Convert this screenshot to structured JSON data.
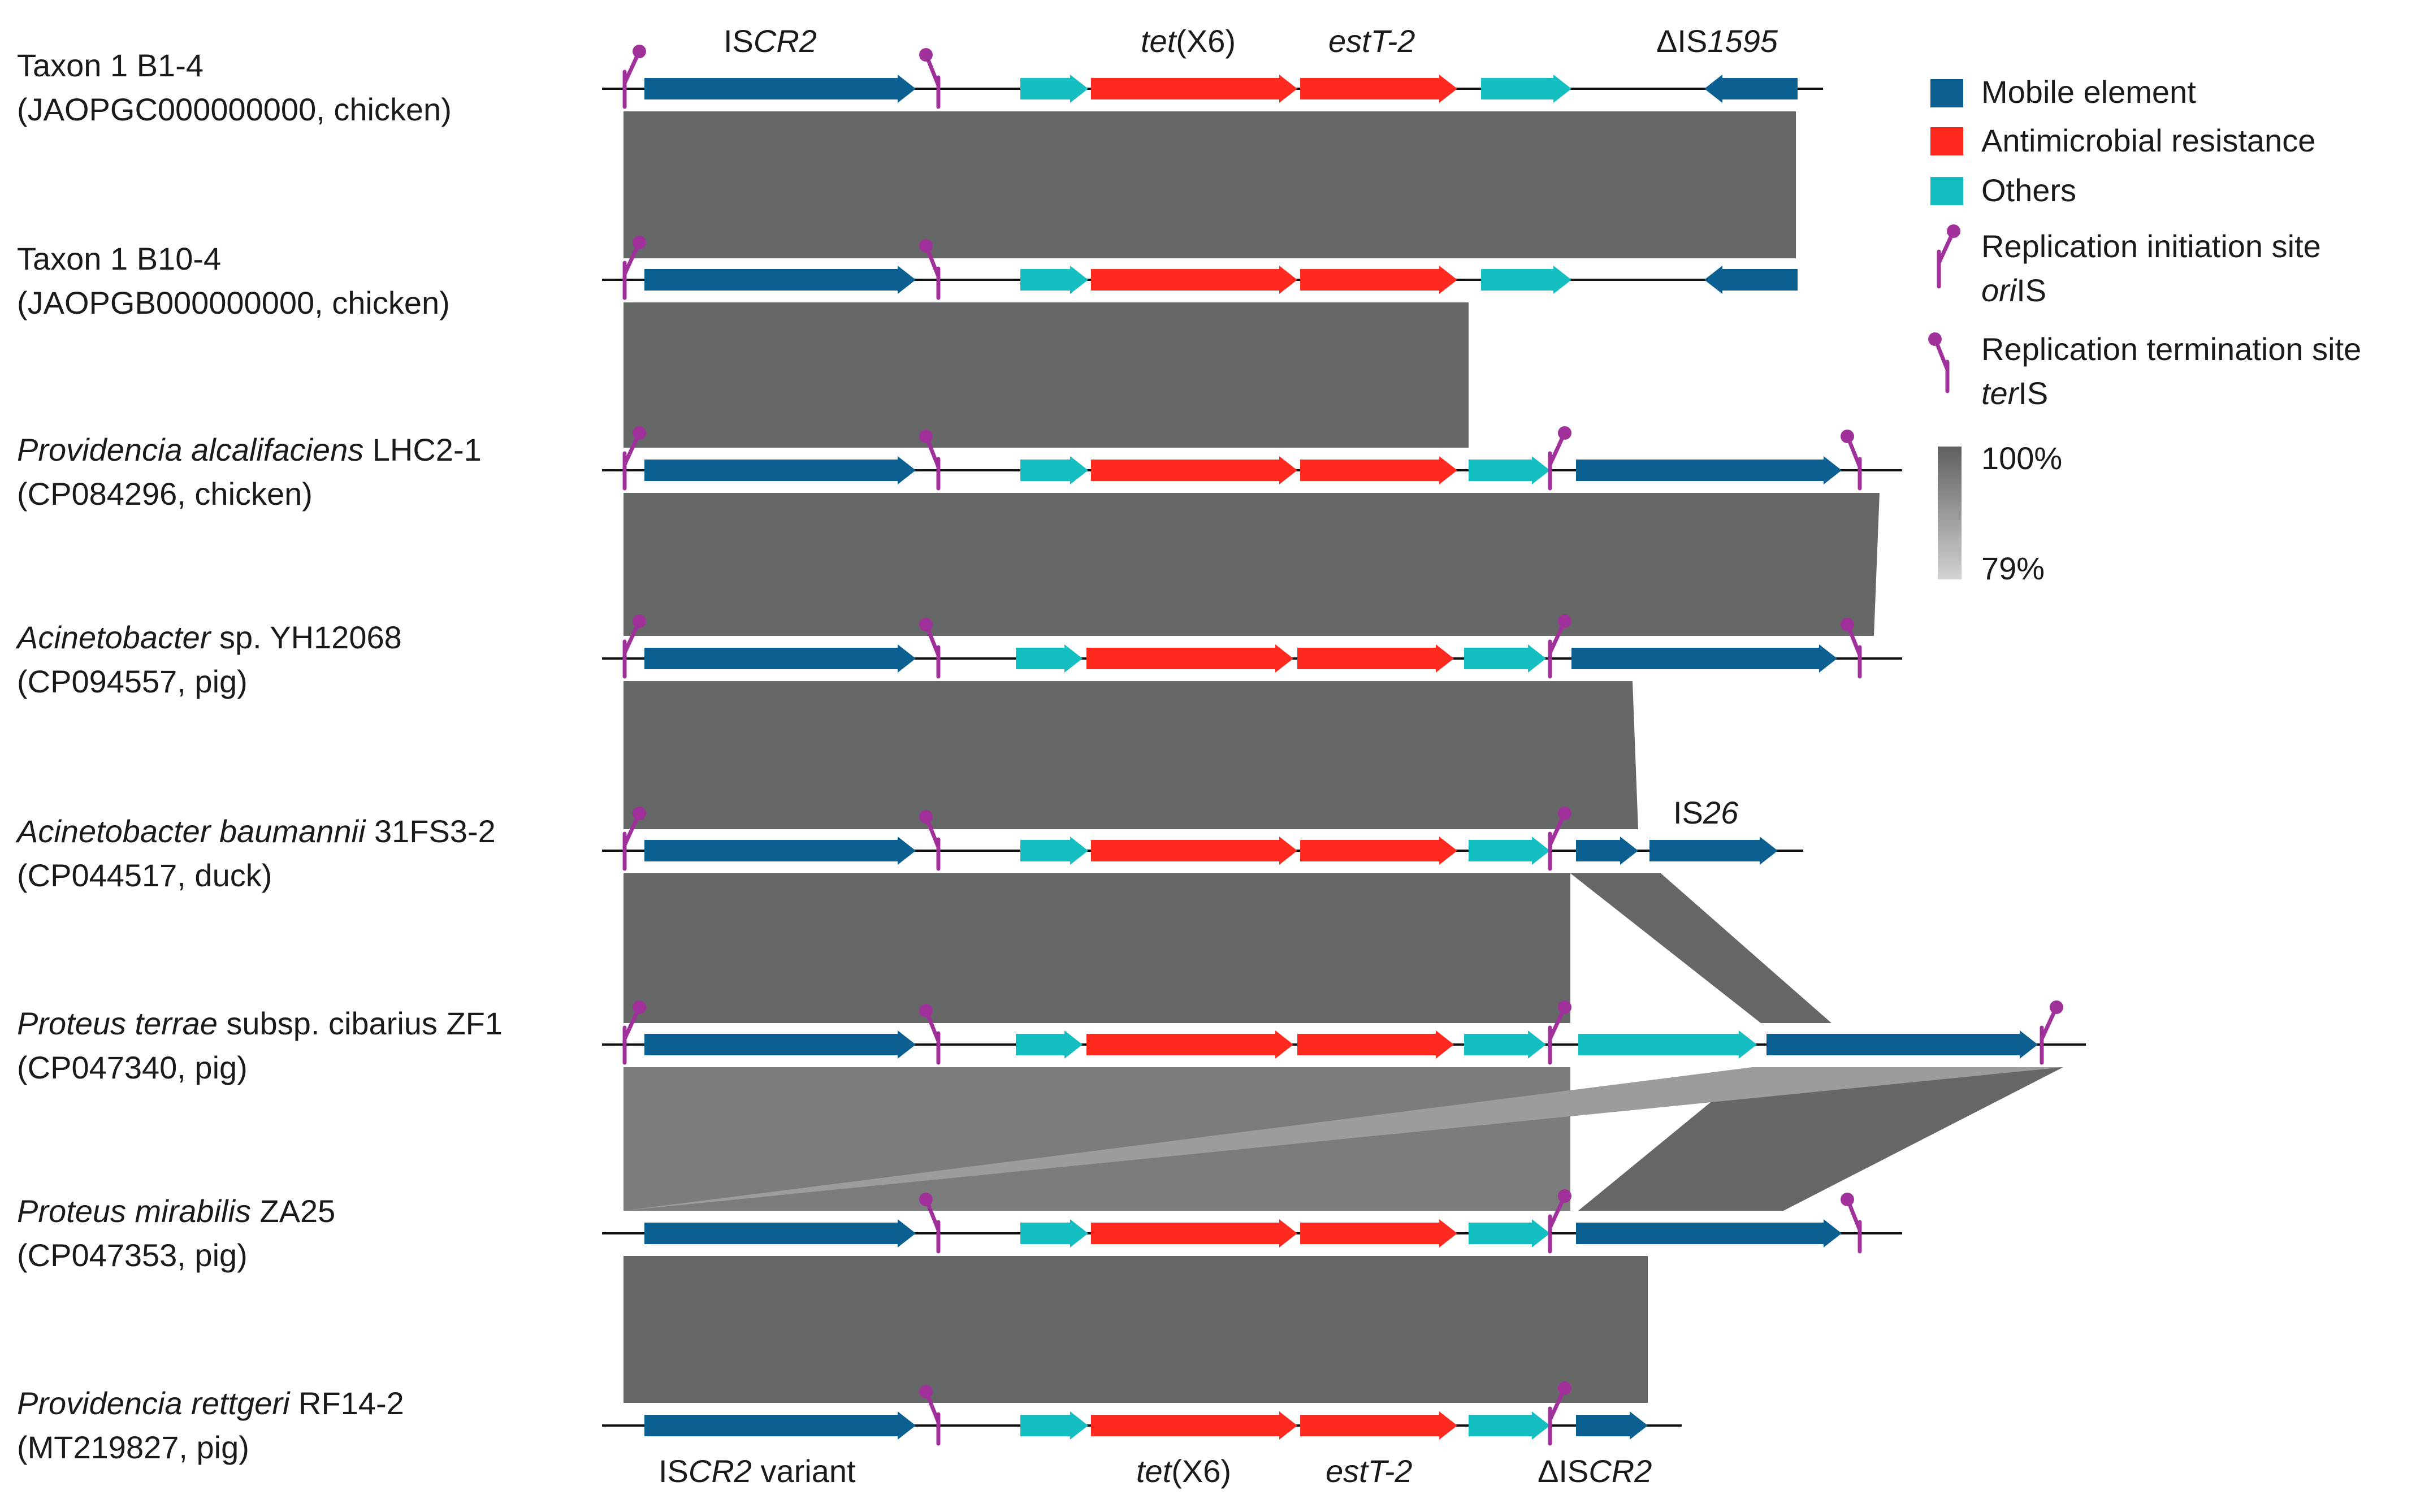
{
  "colors": {
    "mobile": "#0b5f91",
    "amr": "#ff2a1f",
    "others": "#14bec1",
    "site": "#a0319b",
    "backbone": "#111111",
    "band_dark": "#666867",
    "band_mid": "#7c7c7c",
    "band_light": "#9c9c9c"
  },
  "legend": {
    "items": [
      {
        "label": "Mobile element",
        "color_key": "mobile"
      },
      {
        "label": "Antimicrobial resistance",
        "color_key": "amr"
      },
      {
        "label": "Others",
        "color_key": "others"
      }
    ],
    "ori_line1": "Replication initiation site",
    "ori_line2_it": "ori",
    "ori_line2_rest": "IS",
    "ter_line1": "Replication termination site",
    "ter_line2_it": "ter",
    "ter_line2_rest": "IS",
    "scale_max": "100%",
    "scale_min": "79%"
  },
  "tracks": [
    {
      "line1_it": "",
      "line1_rest": "Taxon 1 B1-4",
      "line2": "(JAOPGC000000000, chicken)"
    },
    {
      "line1_it": "",
      "line1_rest": "Taxon 1 B10-4",
      "line2": "(JAOPGB000000000, chicken)"
    },
    {
      "line1_it": "Providencia alcalifaciens",
      "line1_rest": " LHC2-1",
      "line2": "(CP084296, chicken)"
    },
    {
      "line1_it": "Acinetobacter",
      "line1_rest": " sp. YH12068",
      "line2": "(CP094557, pig)"
    },
    {
      "line1_it": "Acinetobacter baumannii",
      "line1_rest": " 31FS3-2",
      "line2": "(CP044517, duck)"
    },
    {
      "line1_it": "Proteus terrae",
      "line1_rest": " subsp. cibarius ZF1",
      "line2": "(CP047340, pig)"
    },
    {
      "line1_it": "Proteus mirabilis",
      "line1_rest": " ZA25",
      "line2": "(CP047353, pig)"
    },
    {
      "line1_it": "Providencia rettgeri",
      "line1_rest": " RF14-2",
      "line2": "(MT219827, pig)"
    }
  ],
  "gene_labels": {
    "iscr2_top": {
      "a": "IS",
      "b": "CR2"
    },
    "tetx6_top": {
      "a": "tet",
      "b": "(X6)"
    },
    "estt2_top": "estT-2",
    "dis1595": {
      "a": "ΔIS",
      "b": "1595"
    },
    "is26": {
      "a": "IS",
      "b": "26"
    },
    "iscr2_variant": {
      "a": "IS",
      "b": "CR2",
      "c": " variant"
    },
    "tetx6_bottom": {
      "a": "tet",
      "b": "(X6)"
    },
    "estt2_bottom": "estT-2",
    "discr2": {
      "a": "ΔIS",
      "b": "CR2"
    }
  }
}
